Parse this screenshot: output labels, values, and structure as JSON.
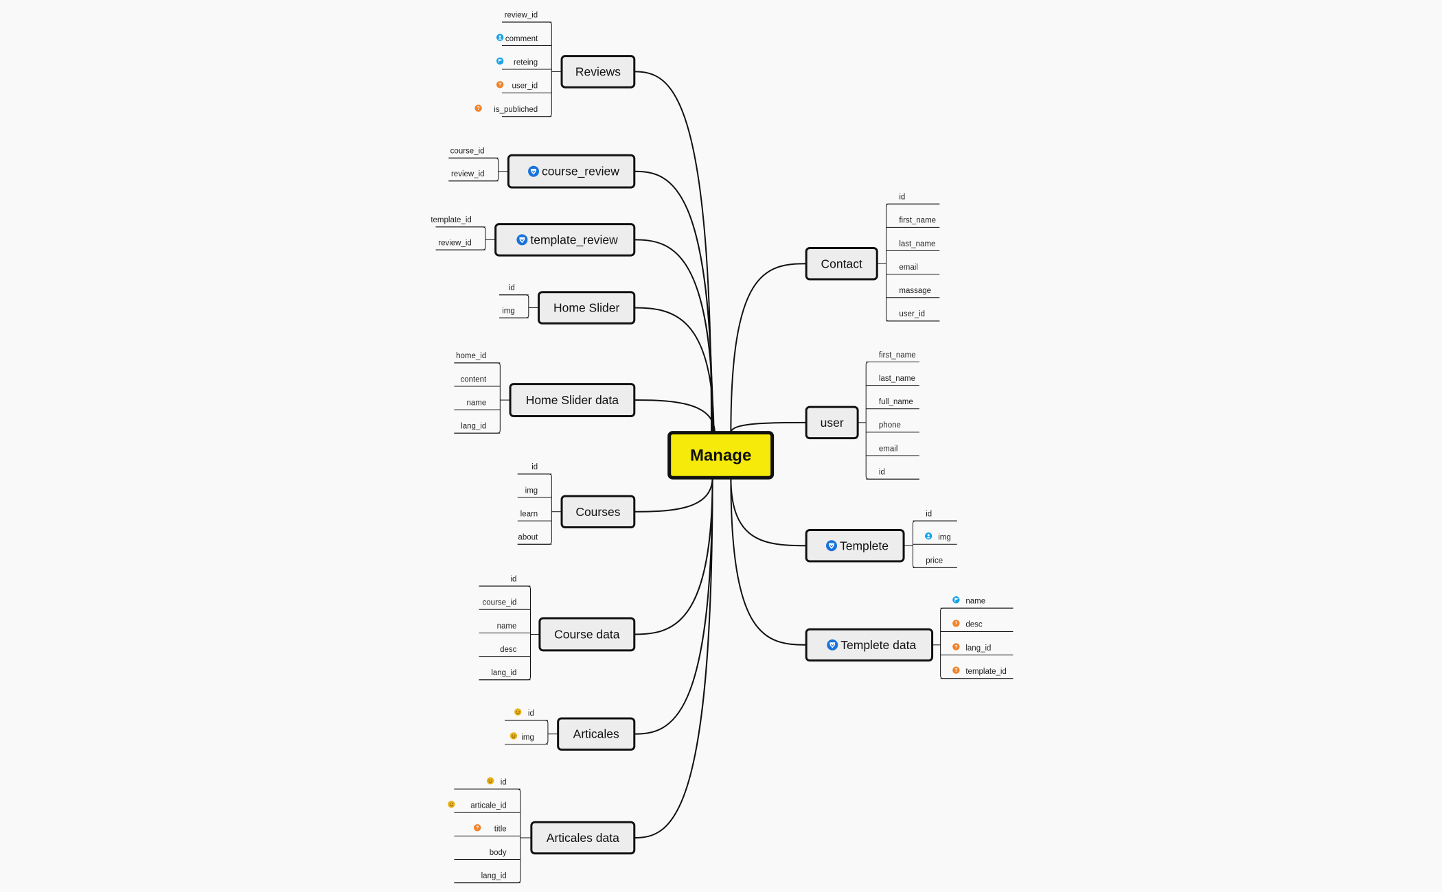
{
  "colors": {
    "background": "#f9f9f9",
    "central_fill": "#f5ea0a",
    "topic_fill": "#ededed",
    "line": "#111111",
    "icon_blue": "#1a73d9",
    "icon_cyan": "#17a2e8",
    "icon_orange": "#f0822a",
    "icon_yellow": "#e8b21a"
  },
  "central": {
    "label": "Manage"
  },
  "topics": [
    {
      "id": "reviews",
      "label": "Reviews",
      "fields": [
        {
          "label": "review_id"
        },
        {
          "label": "comment",
          "icon": "person-icon"
        },
        {
          "label": "reteing",
          "icon": "flag-icon"
        },
        {
          "label": "user_id",
          "icon": "question-icon"
        },
        {
          "label": "is_publiched",
          "icon": "question-icon"
        }
      ]
    },
    {
      "id": "course_review",
      "label": "course_review",
      "icon": "shield-icon",
      "fields": [
        {
          "label": "course_id"
        },
        {
          "label": "review_id"
        }
      ]
    },
    {
      "id": "template_review",
      "label": "template_review",
      "icon": "shield-icon",
      "fields": [
        {
          "label": "template_id"
        },
        {
          "label": "review_id"
        }
      ]
    },
    {
      "id": "home_slider",
      "label": "Home Slider",
      "fields": [
        {
          "label": "id"
        },
        {
          "label": "img"
        }
      ]
    },
    {
      "id": "home_slider_data",
      "label": "Home Slider data",
      "fields": [
        {
          "label": "home_id"
        },
        {
          "label": "content"
        },
        {
          "label": "name"
        },
        {
          "label": "lang_id"
        }
      ]
    },
    {
      "id": "courses",
      "label": "Courses",
      "fields": [
        {
          "label": "id"
        },
        {
          "label": "img"
        },
        {
          "label": "learn"
        },
        {
          "label": "about"
        }
      ]
    },
    {
      "id": "course_data",
      "label": "Course data",
      "fields": [
        {
          "label": "id"
        },
        {
          "label": "course_id"
        },
        {
          "label": "name"
        },
        {
          "label": "desc"
        },
        {
          "label": "lang_id"
        }
      ]
    },
    {
      "id": "articales",
      "label": "Articales",
      "fields": [
        {
          "label": "id",
          "icon": "smiley-icon"
        },
        {
          "label": "img",
          "icon": "smiley-icon"
        }
      ]
    },
    {
      "id": "articales_data",
      "label": "Articales data",
      "fields": [
        {
          "label": "id",
          "icon": "smiley-icon"
        },
        {
          "label": "articale_id",
          "icon": "smiley-icon"
        },
        {
          "label": "title",
          "icon": "question-icon"
        },
        {
          "label": "body"
        },
        {
          "label": "lang_id"
        }
      ]
    },
    {
      "id": "contact",
      "label": "Contact",
      "fields": [
        {
          "label": "id"
        },
        {
          "label": "first_name"
        },
        {
          "label": "last_name"
        },
        {
          "label": "email"
        },
        {
          "label": "massage"
        },
        {
          "label": "user_id"
        }
      ]
    },
    {
      "id": "user",
      "label": "user",
      "fields": [
        {
          "label": "first_name"
        },
        {
          "label": "last_name"
        },
        {
          "label": "full_name"
        },
        {
          "label": "phone"
        },
        {
          "label": "email"
        },
        {
          "label": "id"
        }
      ]
    },
    {
      "id": "templete",
      "label": "Templete",
      "icon": "shield-icon",
      "fields": [
        {
          "label": "id"
        },
        {
          "label": "img",
          "icon": "person-icon"
        },
        {
          "label": "price"
        }
      ]
    },
    {
      "id": "templete_data",
      "label": "Templete data",
      "icon": "shield-icon",
      "fields": [
        {
          "label": "name",
          "icon": "flag-icon"
        },
        {
          "label": "desc",
          "icon": "question-icon"
        },
        {
          "label": "lang_id",
          "icon": "question-icon"
        },
        {
          "label": "template_id",
          "icon": "question-icon"
        }
      ]
    }
  ]
}
